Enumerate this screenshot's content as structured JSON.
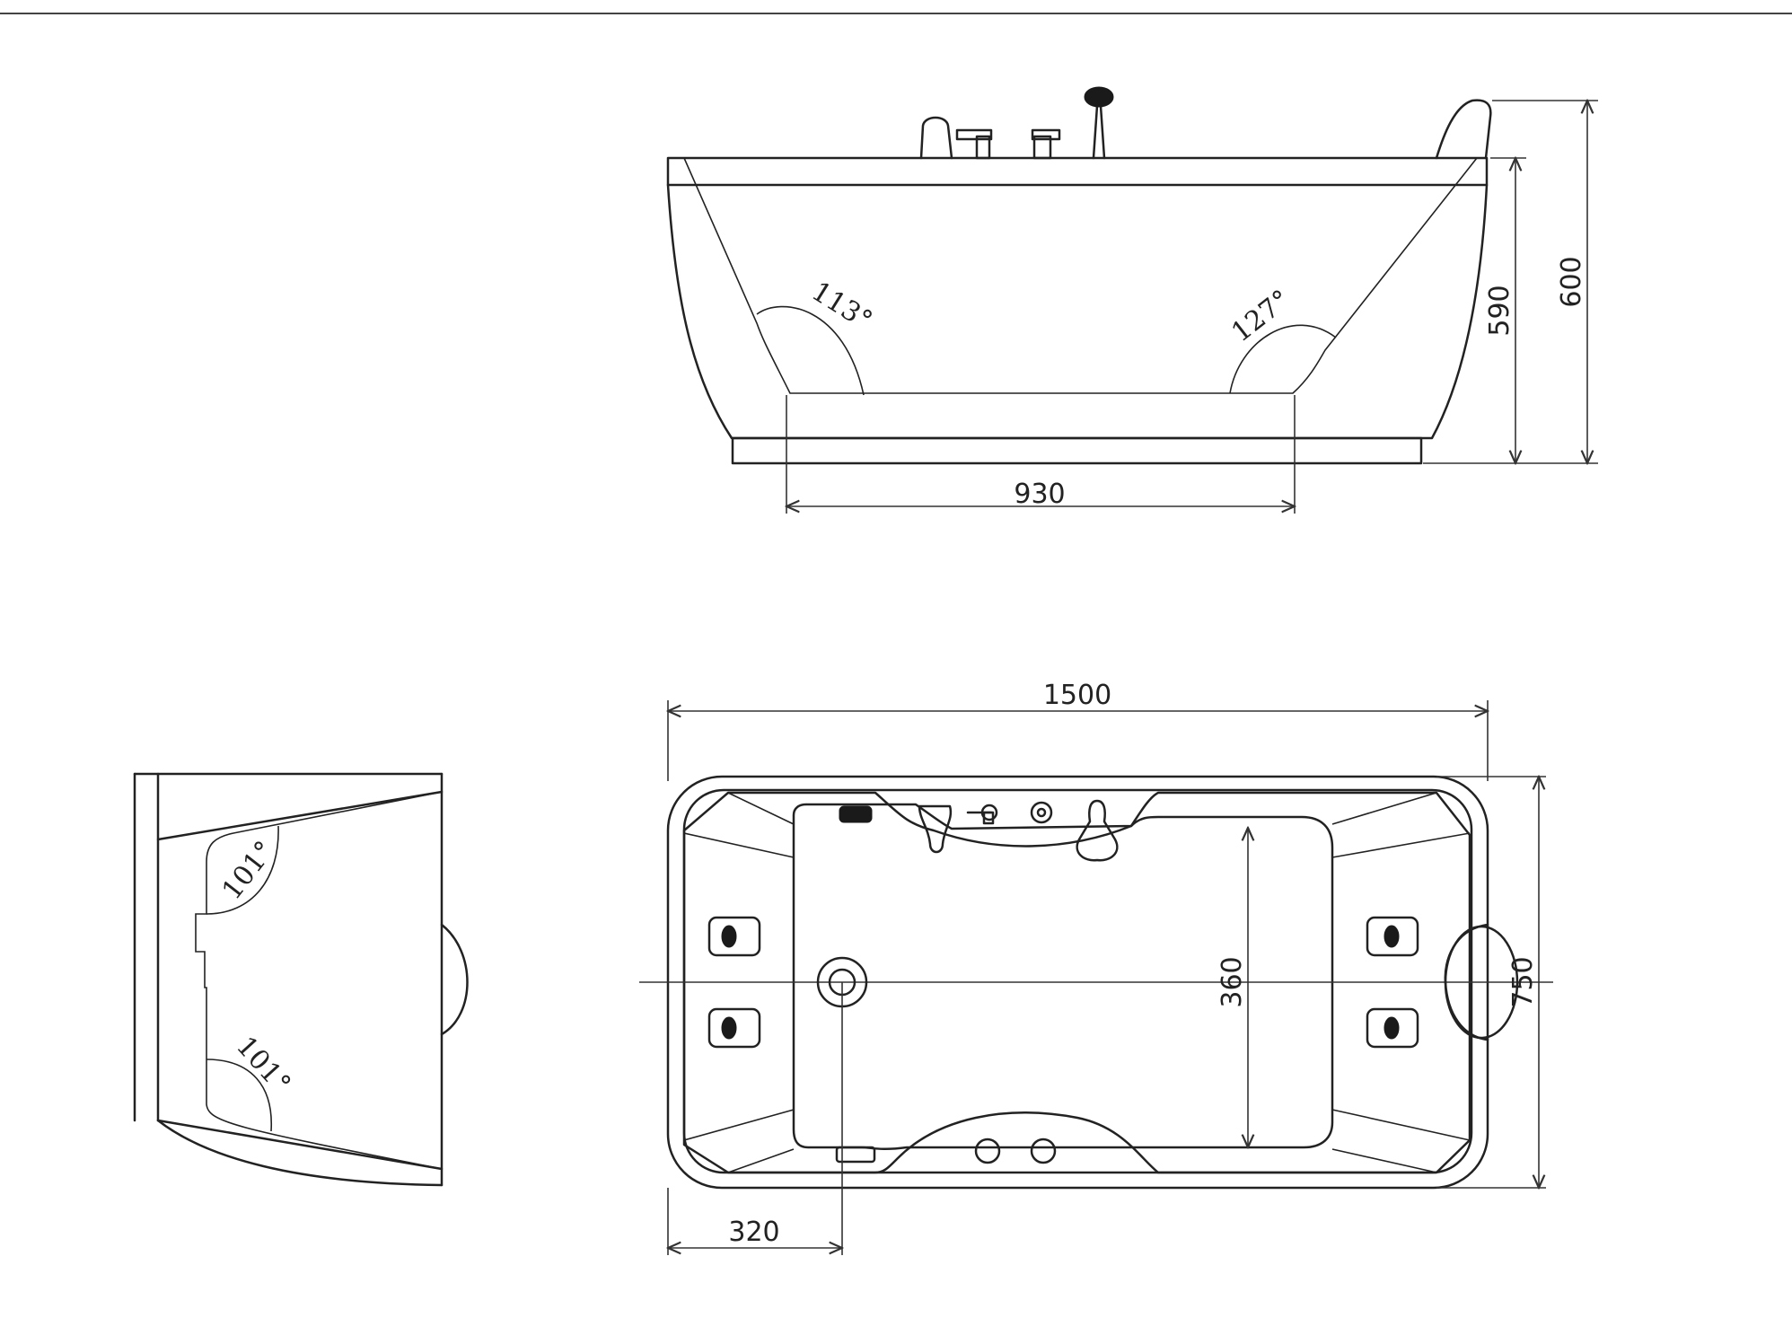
{
  "colors": {
    "line": "#222222",
    "background": "#ffffff"
  },
  "side_view": {
    "angle_left": "113°",
    "angle_right": "127°",
    "dim_bottom": "930",
    "dim_height_inner": "590",
    "dim_height_total": "600"
  },
  "end_view": {
    "angle_top": "101°",
    "angle_bottom": "101°"
  },
  "plan_view": {
    "dim_length": "1500",
    "dim_width": "750",
    "dim_inner_width": "360",
    "dim_drain_offset": "320"
  }
}
